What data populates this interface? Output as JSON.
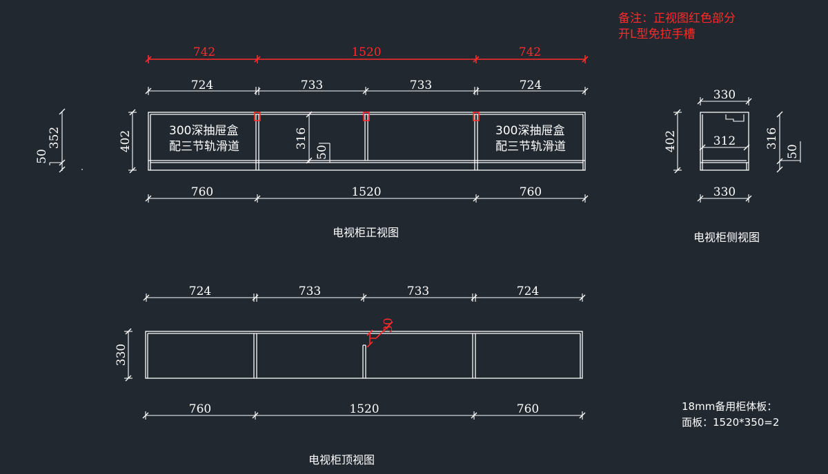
{
  "note": {
    "line1": "备注：正视图红色部分",
    "line2": "开L型免拉手槽"
  },
  "front_view": {
    "title": "电视柜正视图",
    "red_dims": [
      "742",
      "1520",
      "742"
    ],
    "top_dims": [
      "724",
      "733",
      "733",
      "724"
    ],
    "bottom_dims": [
      "760",
      "1520",
      "760"
    ],
    "height_402": "402",
    "left_352": "352",
    "left_50": "50",
    "inner_316": "316",
    "inner_50": "50",
    "drawer_left": [
      "300深抽屉盒",
      "配三节轨滑道"
    ],
    "drawer_right": [
      "300深抽屉盒",
      "配三节轨滑道"
    ]
  },
  "side_view": {
    "title": "电视柜侧视图",
    "top_dim": "330",
    "inner_dim": "312",
    "bottom_dim": "330",
    "height_402": "402",
    "right_316": "316",
    "right_50": "50"
  },
  "top_view": {
    "title": "电视柜顶视图",
    "top_dims": [
      "724",
      "733",
      "733",
      "724"
    ],
    "bottom_dims": [
      "760",
      "1520",
      "760"
    ],
    "depth": "330",
    "red_30": "30"
  },
  "spare_panel": {
    "line1": "18mm备用柜体板：",
    "line2": "面板：1520*350=2"
  }
}
